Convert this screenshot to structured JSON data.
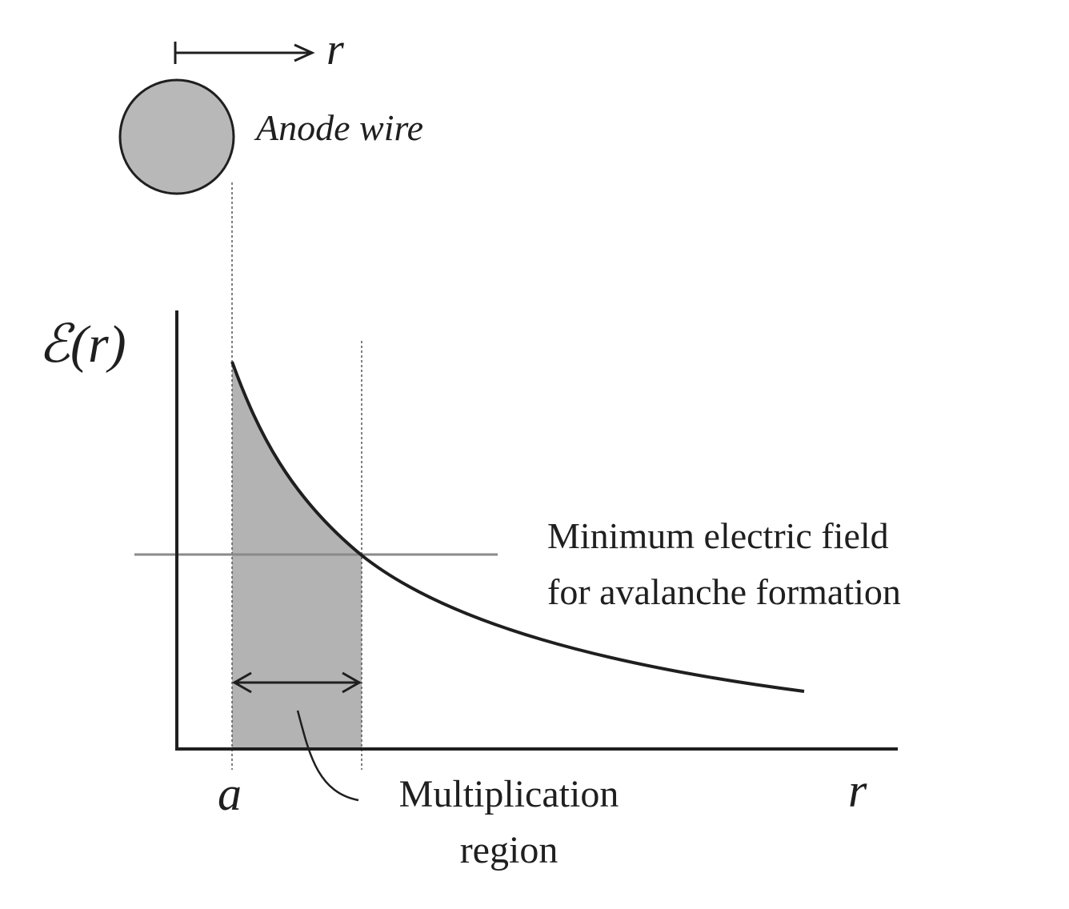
{
  "diagram": {
    "radius_arrow_label": "r",
    "wire_label": "Anode wire",
    "y_axis_label": "ℰ(r)",
    "x_axis_label": "r",
    "wire_radius_tick_label": "a",
    "threshold_label": [
      "Minimum electric field",
      "for avalanche formation"
    ],
    "region_label": [
      "Multiplication",
      "region"
    ]
  },
  "colors": {
    "ink": "#1f1f1f",
    "shade": "#b3b3b3",
    "guide": "#8a8a8a",
    "wire_fill": "#b8b8b8"
  }
}
